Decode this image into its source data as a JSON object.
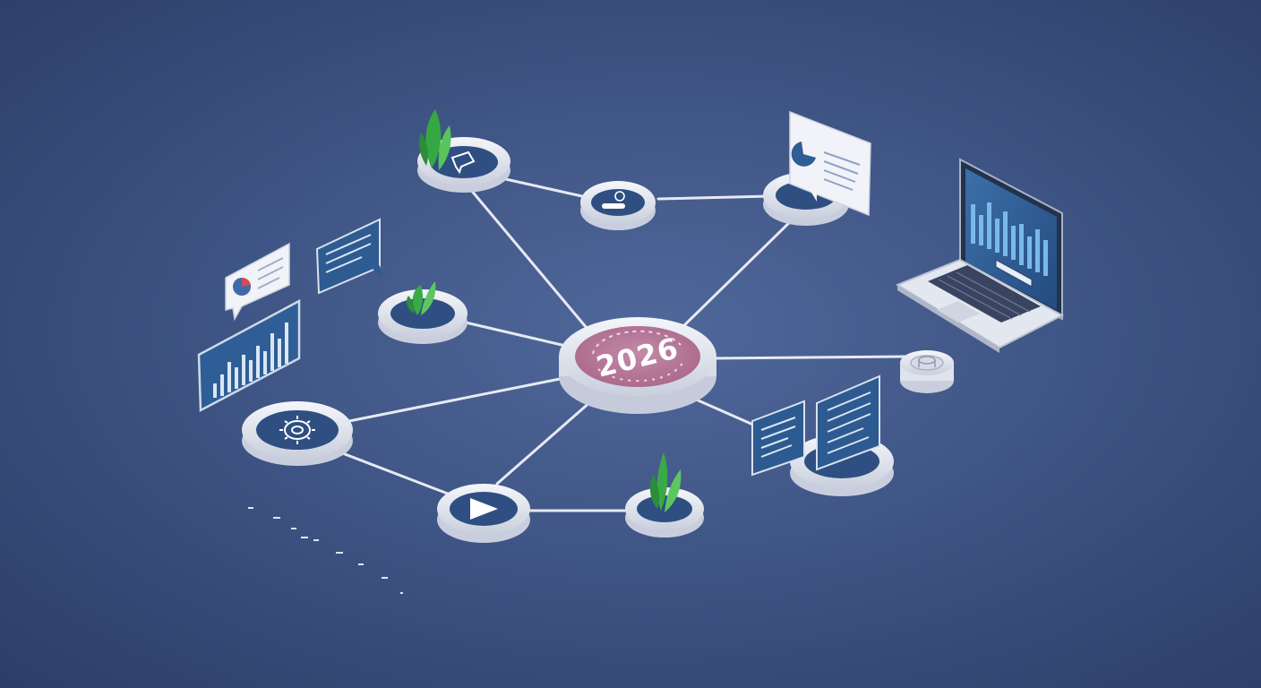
{
  "center_hub": {
    "label": "2026",
    "accent_color": "#c97a9e"
  },
  "colors": {
    "background": "#44598b",
    "node_rim": "#e9ecf3",
    "node_face": "#2f4f82",
    "connector": "#e8ecf4",
    "leaf": "#3fb24a",
    "panel_blue": "#2e5b92",
    "chart_bar": "#6fb1e6",
    "chart_accent": "#d24b57"
  },
  "nodes": [
    {
      "name": "node-chat-bubble",
      "icon": "chat-bubble-icon",
      "has_leaf": true
    },
    {
      "name": "node-toggle",
      "icon": "toggle-icon",
      "has_leaf": false
    },
    {
      "name": "node-report",
      "icon": "report-card-icon",
      "has_leaf": false
    },
    {
      "name": "node-sprout",
      "icon": "sprout-icon",
      "has_leaf": true
    },
    {
      "name": "node-gear",
      "icon": "gear-icon",
      "has_leaf": false
    },
    {
      "name": "node-play",
      "icon": "play-icon",
      "has_leaf": false
    },
    {
      "name": "node-plant",
      "icon": "plant-icon",
      "has_leaf": true
    },
    {
      "name": "node-messages",
      "icon": "message-panels-icon",
      "has_leaf": false
    },
    {
      "name": "node-coin",
      "icon": "coin-stack-icon",
      "has_leaf": false
    }
  ],
  "devices": [
    {
      "name": "laptop",
      "icon": "bar-chart-icon"
    },
    {
      "name": "bar-chart-panel",
      "icon": "bar-chart-icon"
    },
    {
      "name": "pie-chart-card",
      "icon": "pie-chart-icon"
    },
    {
      "name": "text-message-panel",
      "icon": "text-lines-icon"
    }
  ]
}
